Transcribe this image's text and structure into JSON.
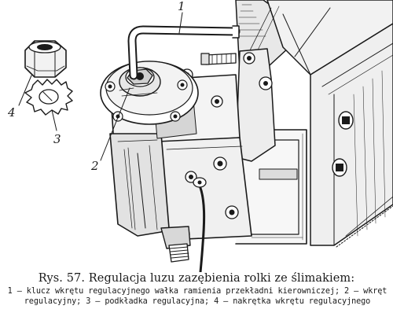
{
  "figure": {
    "callouts": {
      "label_1": "1",
      "label_2": "2",
      "label_3": "3",
      "label_4": "4"
    }
  },
  "caption": {
    "title": "Rys. 57. Regulacja luzu zazębienia rolki ze ślimakiem:",
    "body": "1 — klucz wkrętu regulacyjnego wałka ramienia przekładni kierowniczej; 2 — wkręt regulacyjny; 3 — podkładka regulacyjna; 4 — nakrętka wkrętu regulacyjnego"
  }
}
